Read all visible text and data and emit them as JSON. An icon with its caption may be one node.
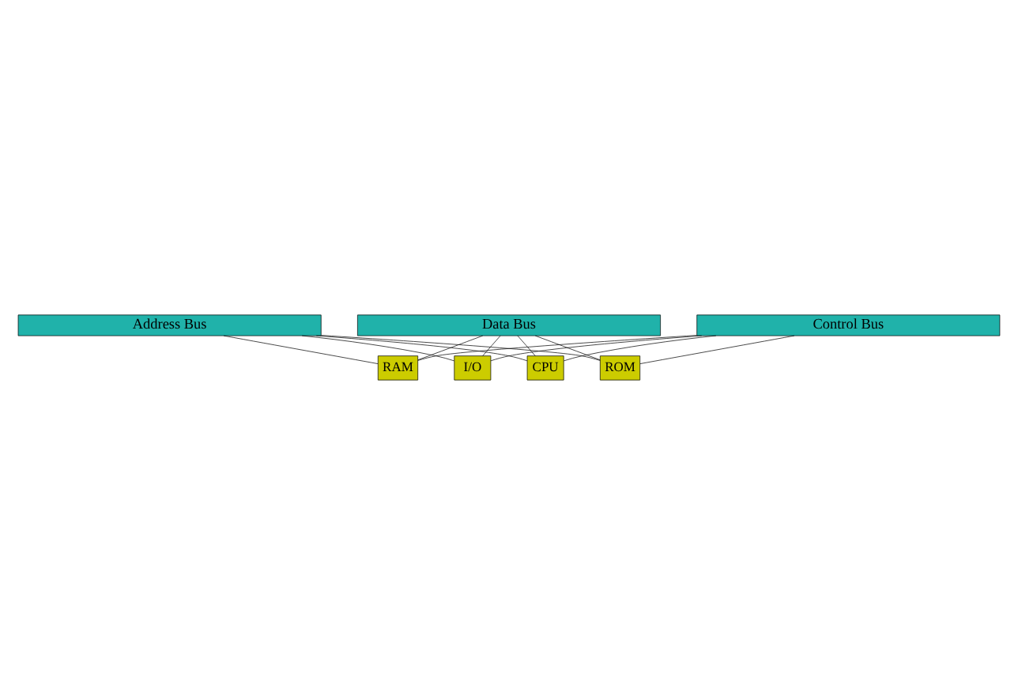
{
  "diagram": {
    "nodes": [
      {
        "text": [
          "Address Bus"
        ]
      },
      {
        "text": [
          "Data Bus"
        ]
      },
      {
        "text": [
          "Control Bus"
        ]
      },
      {
        "text": [
          "CPU"
        ]
      },
      {
        "text": [
          "ROM"
        ]
      },
      {
        "text": [
          "RAM"
        ]
      },
      {
        "text": [
          "I/O"
        ]
      }
    ],
    "edges": [
      {
        "from": 0,
        "to": 3,
        "arrow": "none"
      },
      {
        "from": 1,
        "to": 3,
        "arrow": "none"
      },
      {
        "from": 2,
        "to": 3,
        "arrow": "none"
      },
      {
        "from": 0,
        "to": 4,
        "arrow": "none"
      },
      {
        "from": 1,
        "to": 4,
        "arrow": "none"
      },
      {
        "from": 2,
        "to": 4,
        "arrow": "none"
      },
      {
        "from": 0,
        "to": 5,
        "arrow": "none"
      },
      {
        "from": 1,
        "to": 5,
        "arrow": "none"
      },
      {
        "from": 2,
        "to": 5,
        "arrow": "none"
      },
      {
        "from": 0,
        "to": 6,
        "arrow": "none"
      },
      {
        "from": 1,
        "to": 6,
        "arrow": "none"
      },
      {
        "from": 2,
        "to": 6,
        "arrow": "none"
      }
    ]
  }
}
